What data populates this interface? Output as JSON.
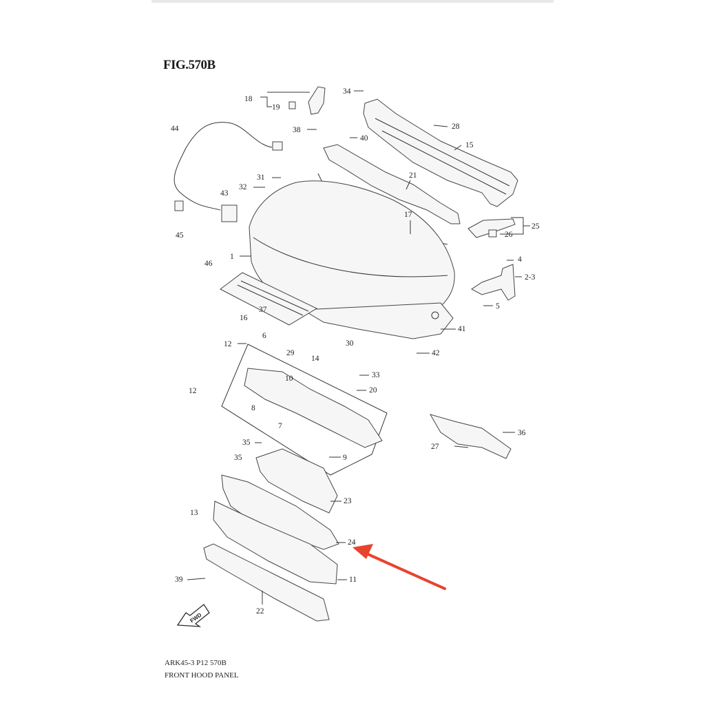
{
  "figure": {
    "title": "FIG.570B",
    "code": "ARK45-3  P12  570B",
    "name": "FRONT HOOD PANEL",
    "fwd": "FWD",
    "accent_color": "#e8432f"
  },
  "callouts": [
    "18",
    "19",
    "34",
    "44",
    "38",
    "40",
    "28",
    "15",
    "31",
    "32",
    "21",
    "43",
    "17",
    "25",
    "26",
    "45",
    "46",
    "1",
    "4",
    "2-3",
    "5",
    "16",
    "37",
    "41",
    "12",
    "6",
    "29",
    "30",
    "14",
    "42",
    "10",
    "33",
    "20",
    "12",
    "8",
    "7",
    "27",
    "36",
    "35",
    "9",
    "35",
    "23",
    "13",
    "24",
    "39",
    "11",
    "22"
  ]
}
